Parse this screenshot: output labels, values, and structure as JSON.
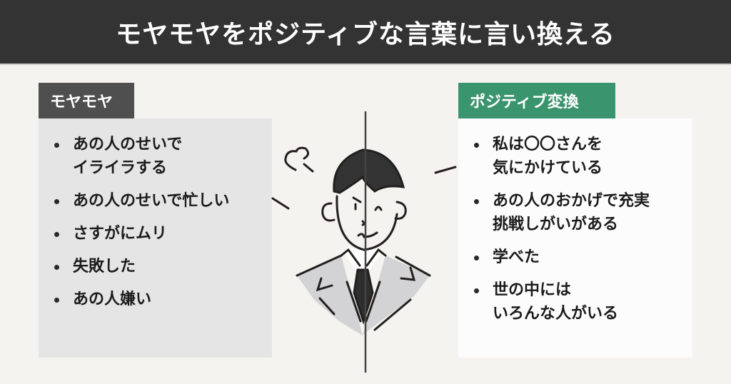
{
  "header": {
    "title": "モヤモヤをポジティブな言葉に言い換える"
  },
  "left": {
    "tag": "モヤモヤ",
    "items": [
      {
        "lines": [
          "あの人のせいで",
          "イライラする"
        ]
      },
      {
        "lines": [
          "あの人のせいで忙しい"
        ]
      },
      {
        "lines": [
          "さすがにムリ"
        ]
      },
      {
        "lines": [
          "失敗した"
        ]
      },
      {
        "lines": [
          "あの人嫌い"
        ]
      }
    ]
  },
  "right": {
    "tag": "ポジティブ変換",
    "items": [
      {
        "lines": [
          "私は〇〇さんを",
          "気にかけている"
        ]
      },
      {
        "lines": [
          "あの人のおかげで充実",
          "挑戦しがいがある"
        ]
      },
      {
        "lines": [
          "学べた"
        ]
      },
      {
        "lines": [
          "世の中には",
          "いろんな人がいる"
        ]
      }
    ]
  },
  "colors": {
    "header_bg": "#333333",
    "background": "#f4f3ef",
    "left_tag": "#4f4f4f",
    "left_box": "#e5e5e5",
    "right_tag": "#3a946d",
    "right_box": "#fcfcfc"
  }
}
